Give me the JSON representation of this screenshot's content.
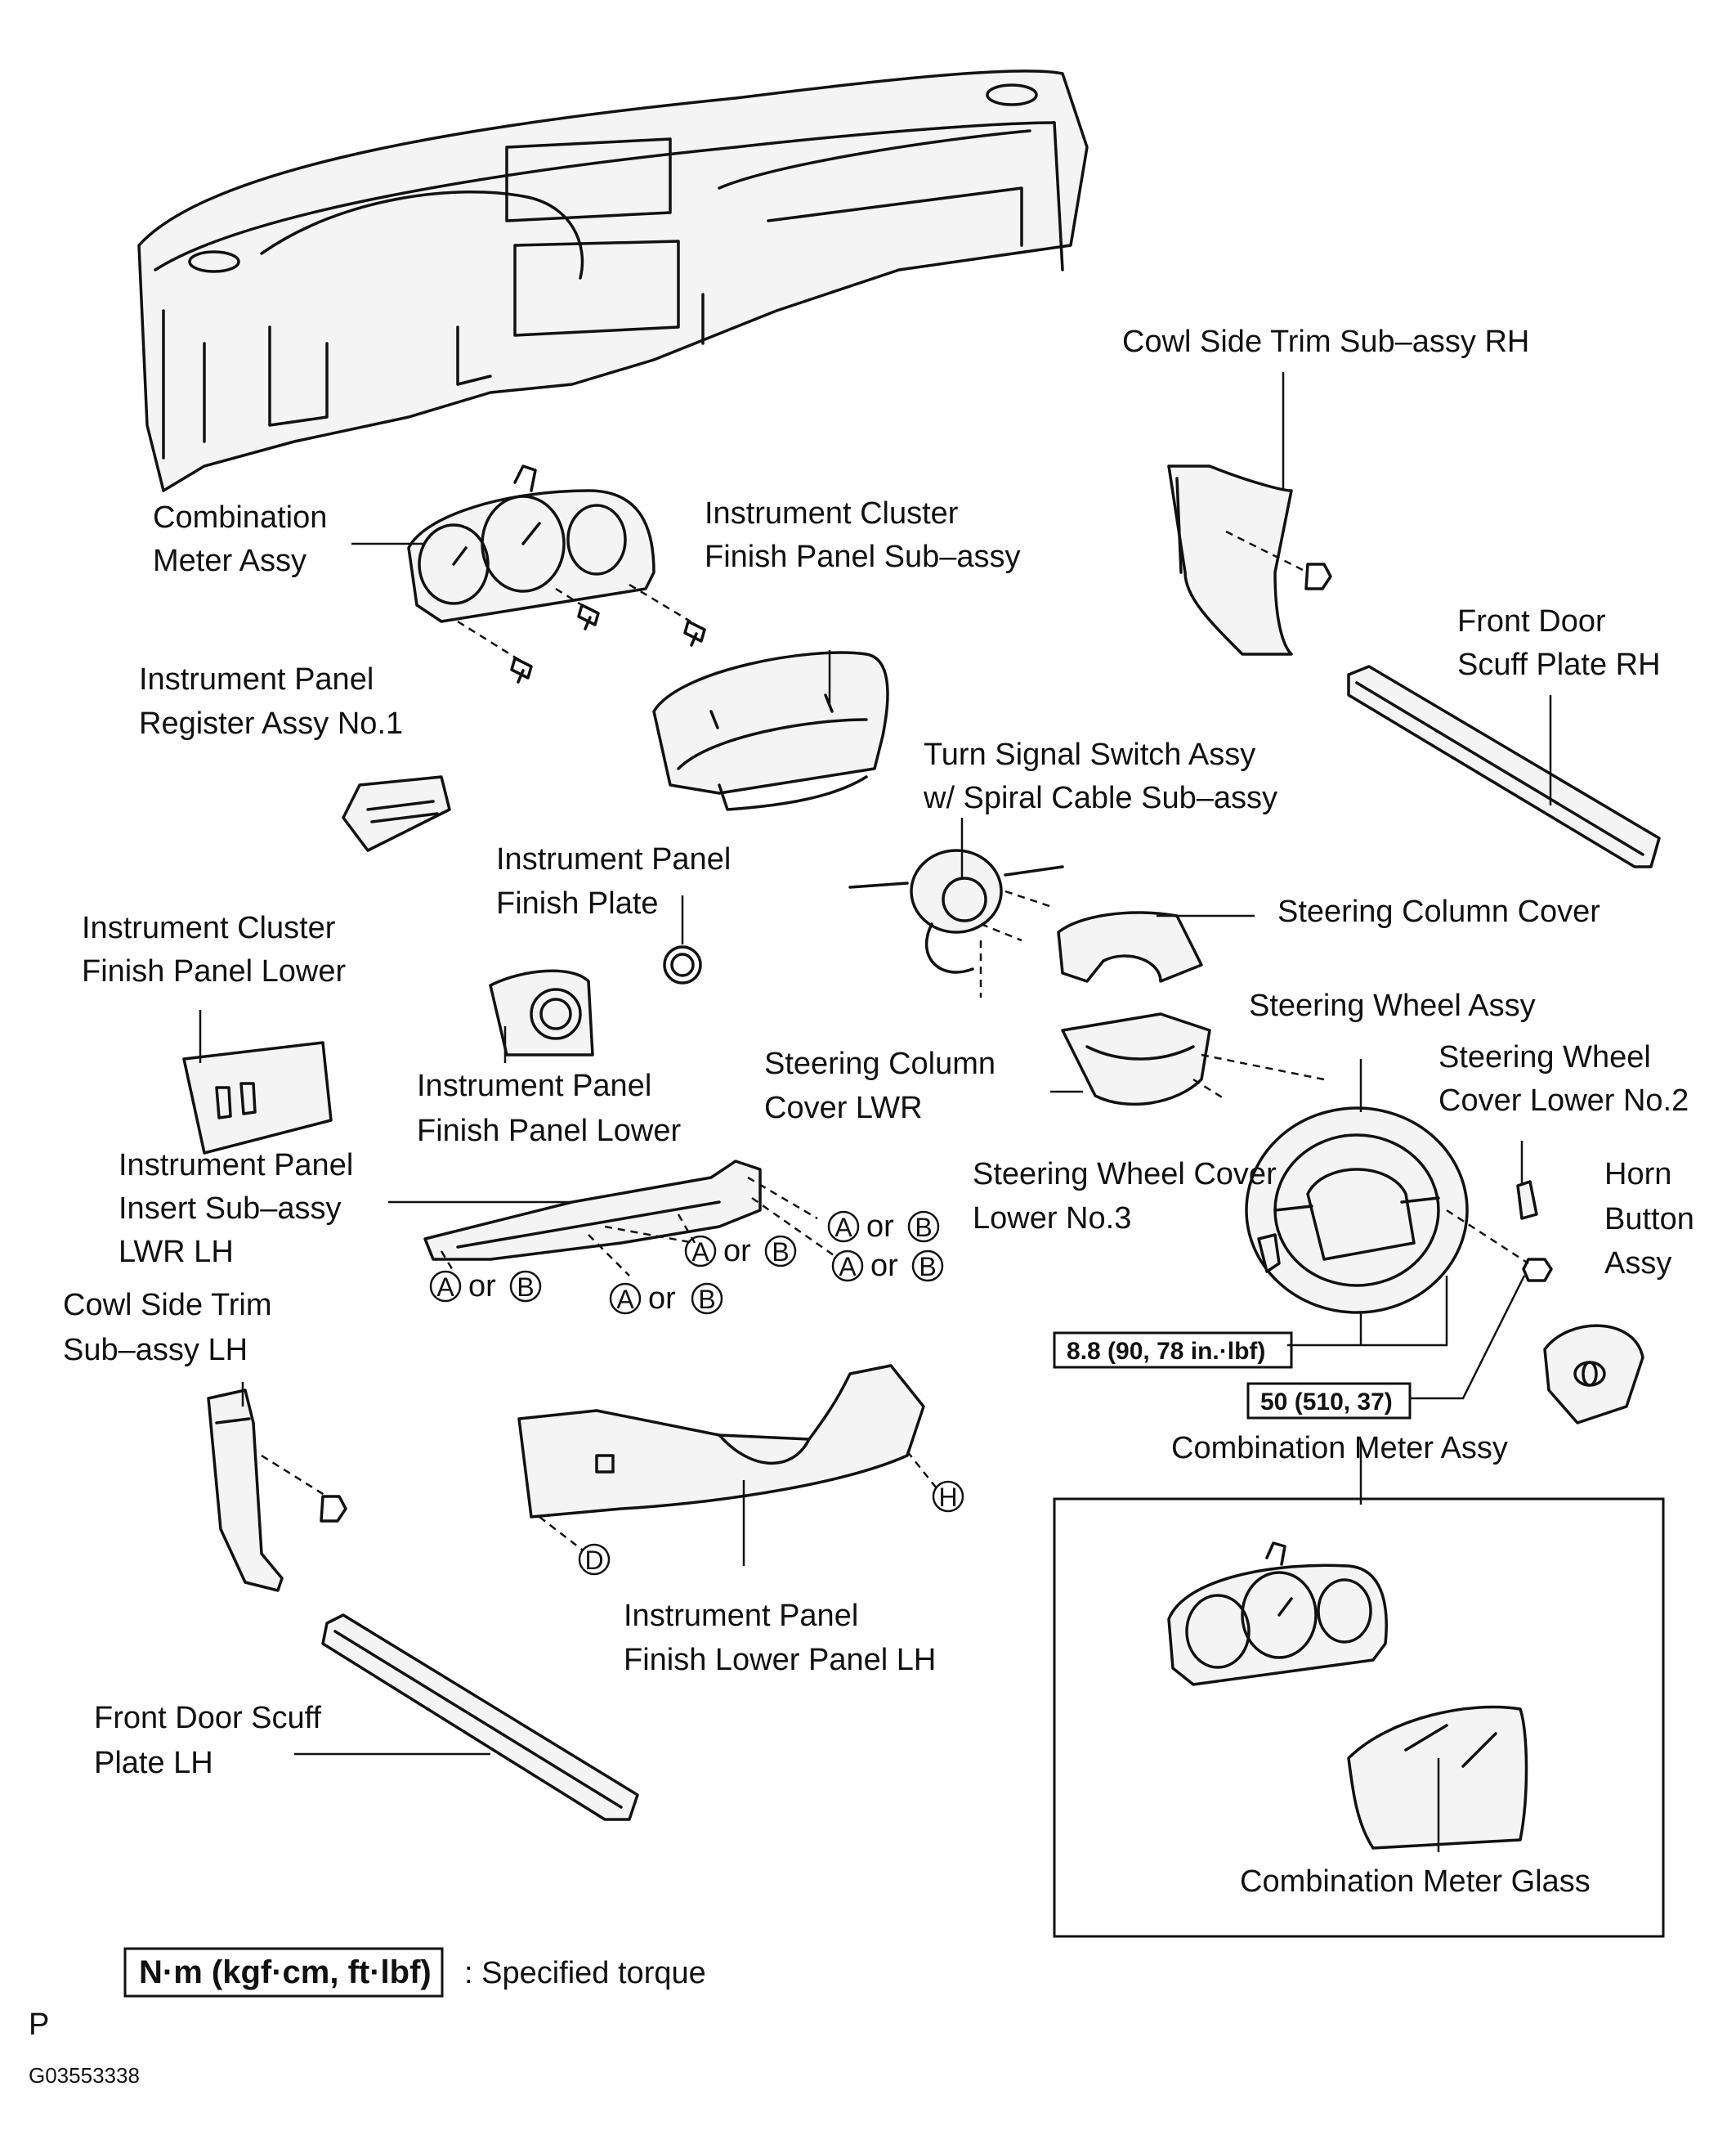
{
  "labels": {
    "cowl_side_trim_rh": "Cowl Side Trim Sub–assy RH",
    "combination_meter_assy_l1": "Combination",
    "combination_meter_assy_l2": "Meter Assy",
    "instrument_cluster_finish_l1": "Instrument Cluster",
    "instrument_cluster_finish_l2": "Finish Panel Sub–assy",
    "front_door_scuff_rh_l1": "Front Door",
    "front_door_scuff_rh_l2": "Scuff Plate RH",
    "register_l1": "Instrument Panel",
    "register_l2": "Register Assy No.1",
    "turn_signal_l1": "Turn Signal Switch Assy",
    "turn_signal_l2": "w/ Spiral Cable Sub–assy",
    "finish_plate_l1": "Instrument Panel",
    "finish_plate_l2": "Finish Plate",
    "steering_column_cover": "Steering Column Cover",
    "cluster_lower_l1": "Instrument Cluster",
    "cluster_lower_l2": "Finish Panel Lower",
    "steering_wheel_assy": "Steering Wheel Assy",
    "column_cover_lwr_l1": "Steering Column",
    "column_cover_lwr_l2": "Cover LWR",
    "wheel_cover_no2_l1": "Steering Wheel",
    "wheel_cover_no2_l2": "Cover Lower No.2",
    "panel_finish_lower_l1": "Instrument Panel",
    "panel_finish_lower_l2": "Finish Panel Lower",
    "insert_l1": "Instrument Panel",
    "insert_l2": "Insert Sub–assy",
    "insert_l3": "LWR LH",
    "wheel_cover_no3_l1": "Steering Wheel Cover",
    "wheel_cover_no3_l2": "Lower No.3",
    "horn_l1": "Horn",
    "horn_l2": "Button",
    "horn_l3": "Assy",
    "cowl_side_trim_lh_l1": "Cowl Side Trim",
    "cowl_side_trim_lh_l2": "Sub–assy LH",
    "combination_meter_assy_inset": "Combination Meter Assy",
    "finish_lower_lh_l1": "Instrument Panel",
    "finish_lower_lh_l2": "Finish Lower Panel LH",
    "front_door_scuff_lh_l1": "Front Door Scuff",
    "front_door_scuff_lh_l2": "Plate LH",
    "combination_meter_glass": "Combination Meter Glass"
  },
  "clip_refs": {
    "a": "A",
    "b": "B",
    "or": "or",
    "d": "D",
    "h": "H"
  },
  "torques": {
    "steering_wheel": "8.8 (90, 78 in.·lbf)",
    "horn": "50 (510, 37)"
  },
  "legend": {
    "box": "N·m (kgf·cm, ft·lbf)",
    "text": ": Specified torque"
  },
  "footer": {
    "letter": "P",
    "code": "G03553338"
  }
}
